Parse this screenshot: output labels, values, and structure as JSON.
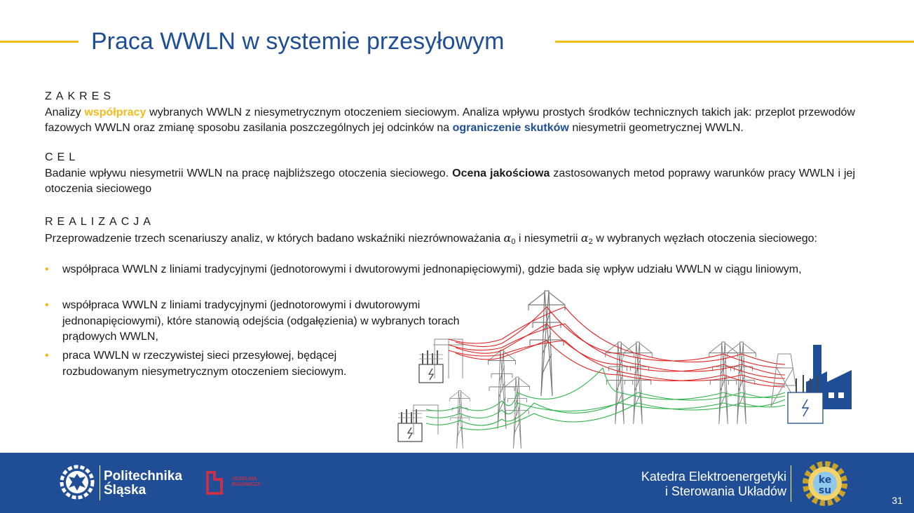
{
  "title": "Praca WWLN w systemie przesyłowym",
  "zakres": {
    "heading": "ZAKRES",
    "t1": "Analizy ",
    "h1": "współpracy",
    "t2": " wybranych WWLN z niesymetrycznym otoczeniem sieciowym. Analiza wpływu prostych środków technicznych takich jak: przeplot przewodów fazowych WWLN oraz zmianę sposobu zasilania poszczególnych jej odcinków na ",
    "h2": "ograniczenie skutków",
    "t3": " niesymetrii geometrycznej WWLN."
  },
  "cel": {
    "heading": "CEL",
    "t1": "Badanie wpływu niesymetrii WWLN na pracę najbliższego otoczenia sieciowego. ",
    "h1": "Ocena jakościowa",
    "t2": " zastosowanych metod poprawy warunków pracy WWLN i jej otoczenia sieciowego"
  },
  "realizacja": {
    "heading": "REALIZACJA",
    "t1": "Przeprowadzenie trzech scenariuszy analiz, w których badano wskaźniki niezrównoważania ",
    "sym1": "α",
    "sub1": "0",
    "t2": " i niesymetrii ",
    "sym2": "α",
    "sub2": "2",
    "t3": " w wybranych węzłach otoczenia sieciowego:",
    "bullet_symbol": "•",
    "bullets": [
      "współpraca WWLN z liniami tradycyjnymi (jednotorowymi i dwutorowymi jednonapięciowymi), gdzie bada się wpływ udziału WWLN w ciągu liniowym,",
      "współpraca WWLN z liniami tradycyjnymi (jednotorowymi i dwutorowymi jednonapięciowymi), które stanowią odejścia (odgałęzienia) w wybranych torach prądowych WWLN,",
      "praca WWLN w rzeczywistej sieci przesyłowej, będącej rozbudowanym niesymetrycznym otoczeniem sieciowym."
    ]
  },
  "footer": {
    "logo_line1": "Politechnika",
    "logo_line2": "Śląska",
    "rb_line1": "UCZELNIA",
    "rb_line2": "BADAWCZA",
    "dept_line1": "Katedra Elektroenergetyki",
    "dept_line2": "i Sterowania Układów",
    "kesu_top": "ke",
    "kesu_bottom": "su",
    "page_number": "31"
  },
  "colors": {
    "accent": "#f3bb1b",
    "brand": "#1f4e96",
    "red_line": "#e02020",
    "green_line": "#2fb34a"
  },
  "icons": [
    "eagle-gear-logo",
    "research-university-logo",
    "kesu-gear-logo",
    "transmission-towers-illustration",
    "substation-icon",
    "factory-icon"
  ]
}
